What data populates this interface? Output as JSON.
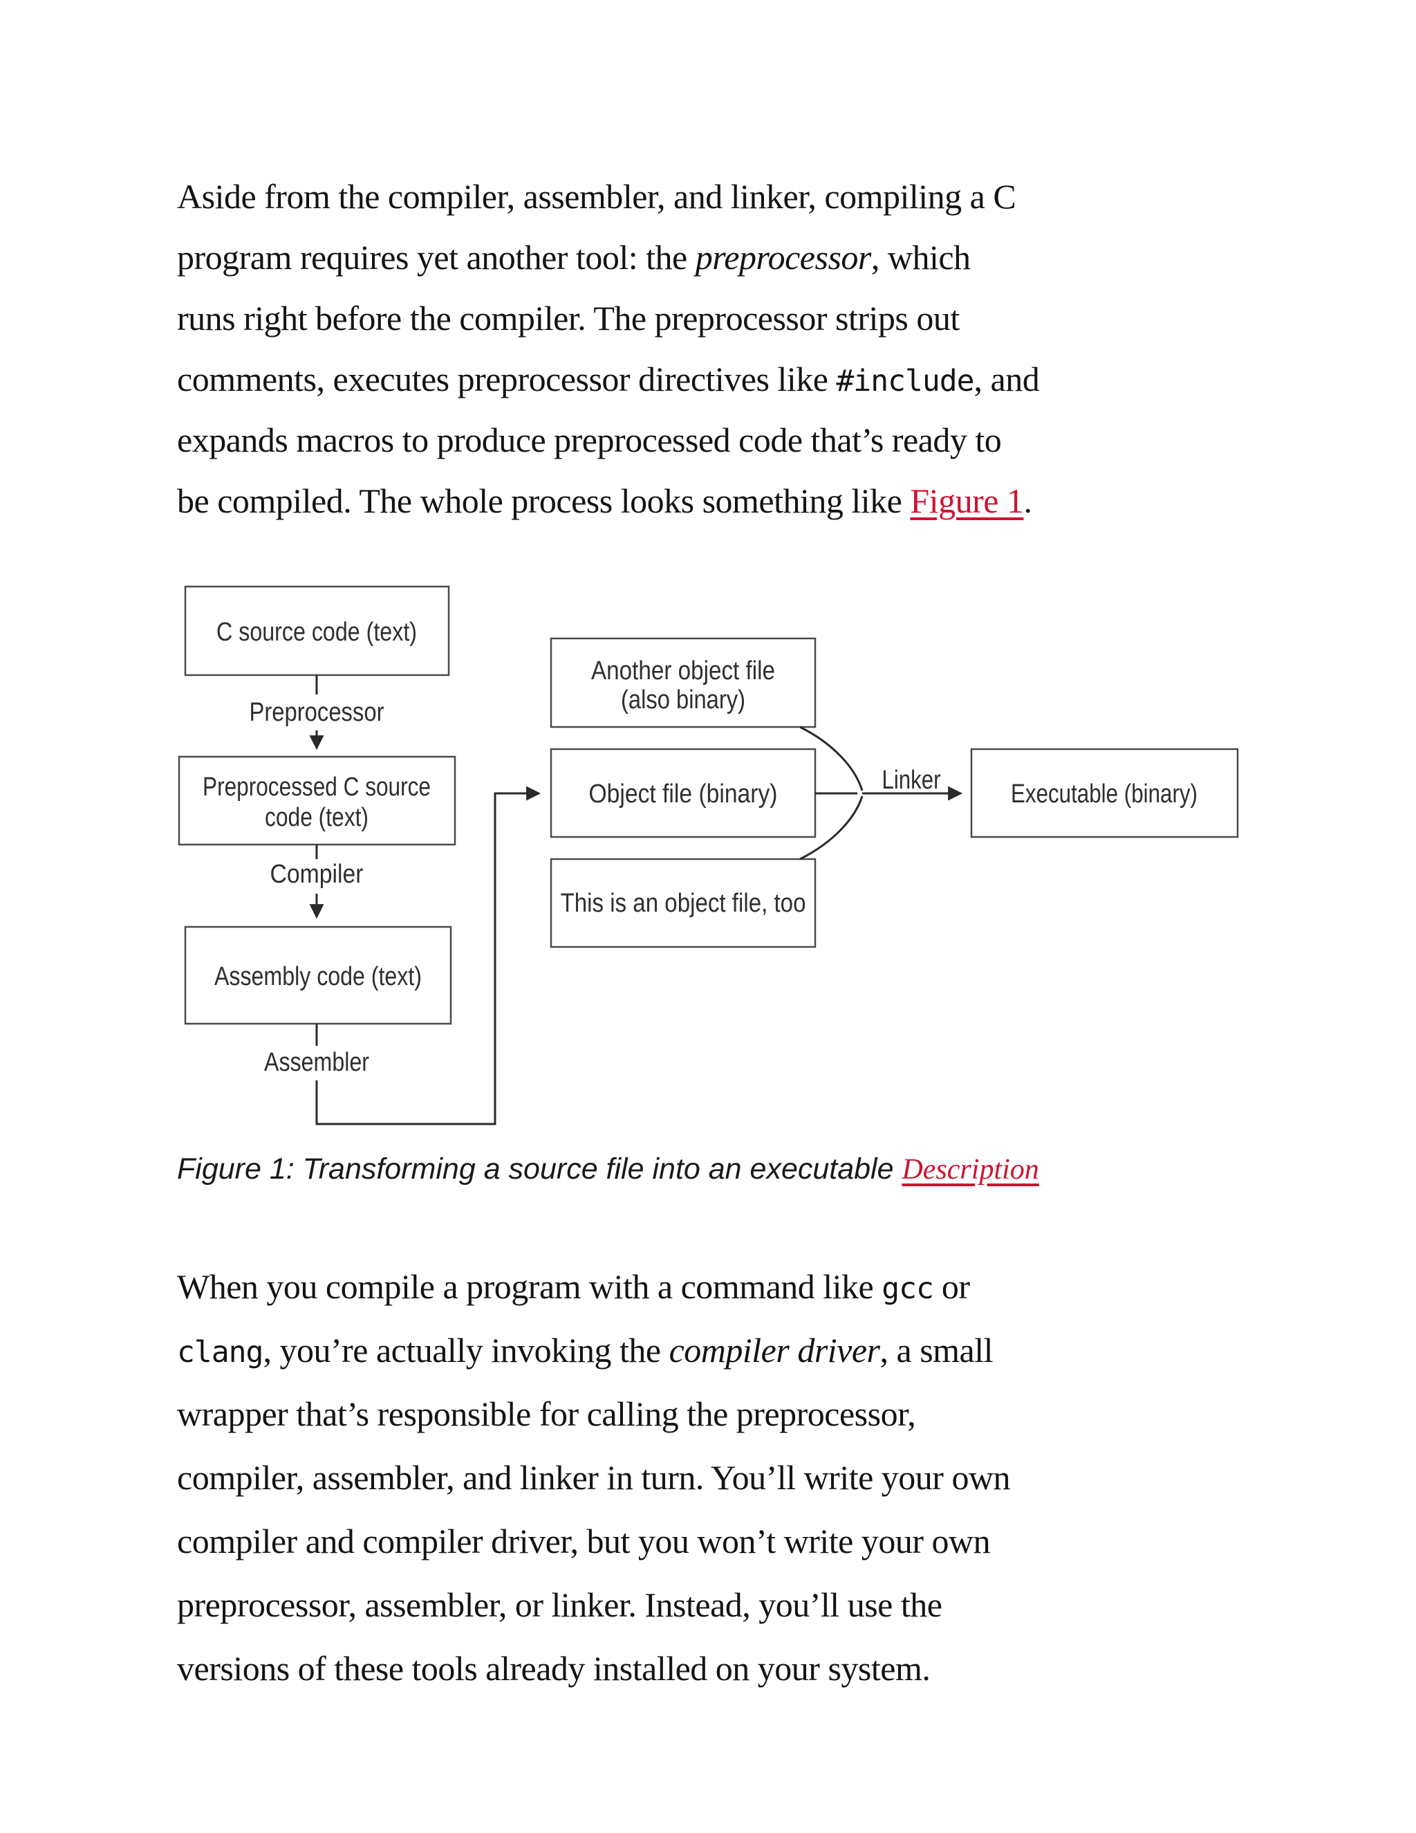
{
  "colors": {
    "background": "#ffffff",
    "body_text": "#141414",
    "link_red": "#cd1432",
    "box_stroke": "#4a4a4a",
    "connector": "#2a2a2a"
  },
  "para1": {
    "l1": "Aside from the compiler, assembler, and linker, compiling a C",
    "l2a": "program requires yet another tool: the ",
    "l2b": "preprocessor",
    "l2c": ", which",
    "l3": "runs right before the compiler. The preprocessor strips out",
    "l4a": "comments, executes preprocessor directives like ",
    "l4b": "#include",
    "l4c": ", and",
    "l5": "expands macros to produce preprocessed code that’s ready to",
    "l6a": "be compiled. The whole process looks something like ",
    "l6b": "Figure 1",
    "l6c": "."
  },
  "caption": {
    "text": "Figure 1: Transforming a source file into an executable ",
    "link": "Description"
  },
  "para2": {
    "l1a": "When you compile a program with a command like ",
    "l1b": "gcc",
    "l1c": " or",
    "l2a": "clang",
    "l2b": ", you’re actually invoking the ",
    "l2c": "compiler driver",
    "l2d": ", a small",
    "l3": "wrapper that’s responsible for calling the preprocessor,",
    "l4": "compiler, assembler, and linker in turn. You’ll write your own",
    "l5": "compiler and compiler driver, but you won’t write your own",
    "l6": "preprocessor, assembler, or linker. Instead, you’ll use the",
    "l7": "versions of these tools already installed on your system."
  },
  "diagram": {
    "nodes": {
      "c_source": "C source code (text)",
      "preprocessed_line1": "Preprocessed C source",
      "preprocessed_line2": "code (text)",
      "assembly": "Assembly code (text)",
      "another_object_line1": "Another object file",
      "another_object_line2": "(also binary)",
      "object_file": "Object file (binary)",
      "object_file_too": "This is an object file, too",
      "executable": "Executable (binary)"
    },
    "labels": {
      "preprocessor": "Preprocessor",
      "compiler": "Compiler",
      "assembler": "Assembler",
      "linker": "Linker"
    }
  }
}
